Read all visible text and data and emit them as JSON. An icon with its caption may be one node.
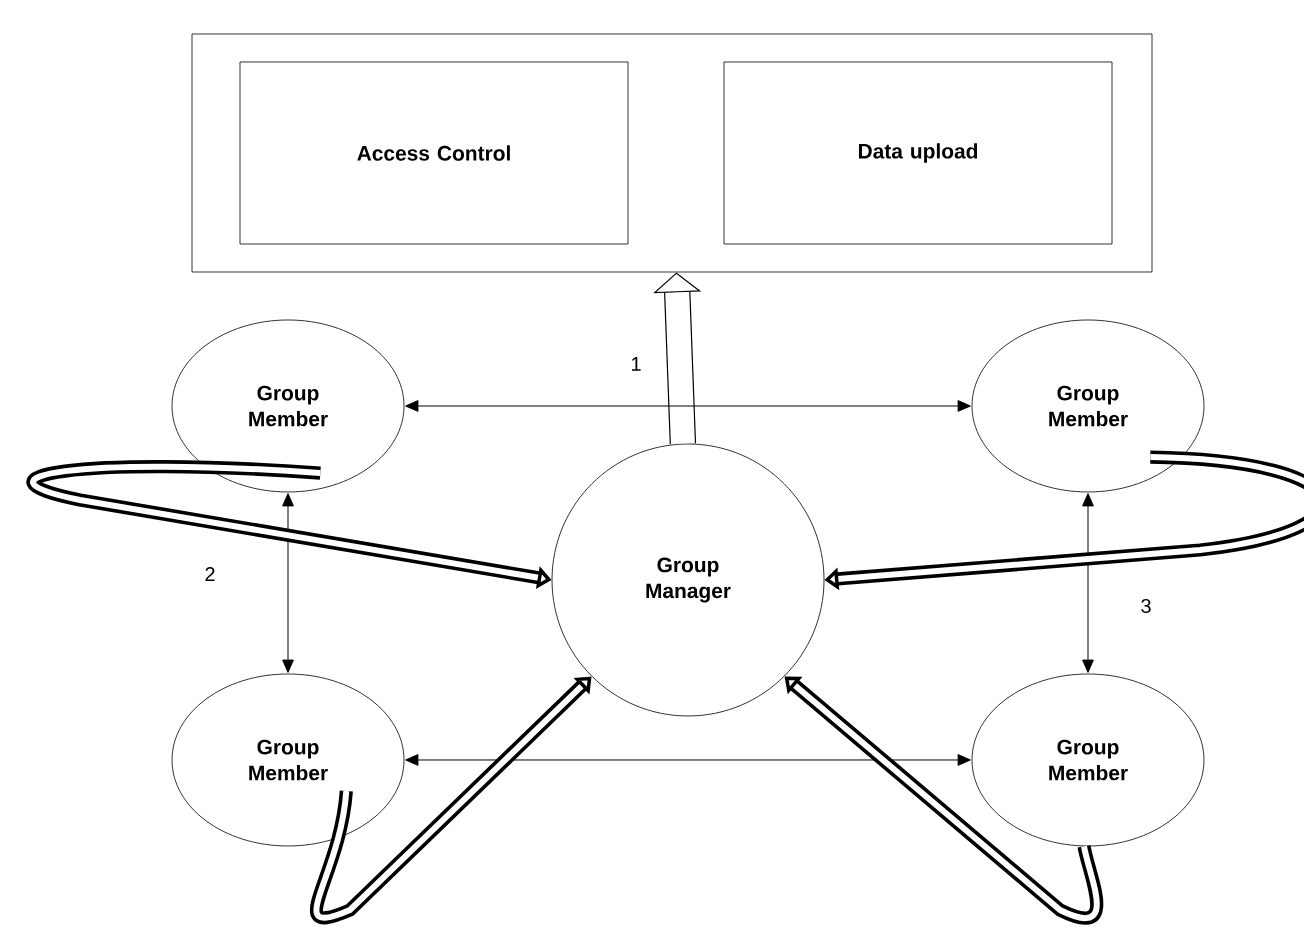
{
  "diagram": {
    "nodes": [
      {
        "text": [],
        "shape": "box"
      },
      {
        "text": [
          "Access Control"
        ],
        "in": 0
      },
      {
        "text": [
          "Data upload"
        ],
        "in": 0
      },
      {
        "text": [
          "Group Member"
        ]
      },
      {
        "text": [
          "Group Member"
        ]
      },
      {
        "text": [
          "Group Manager"
        ]
      },
      {
        "text": [
          "Group Member"
        ]
      },
      {
        "text": [
          "Group Member"
        ]
      }
    ],
    "edges": [
      {
        "from": 5,
        "to": 0,
        "arrow": "to",
        "style": "thick"
      },
      {
        "from": 3,
        "to": 4,
        "arrow": "both"
      },
      {
        "from": 3,
        "to": 6,
        "arrow": "both"
      },
      {
        "from": 4,
        "to": 7,
        "arrow": "both"
      },
      {
        "from": 6,
        "to": 7,
        "arrow": "both"
      },
      {
        "from": 3,
        "to": 5,
        "arrow": "to"
      },
      {
        "from": 4,
        "to": 5,
        "arrow": "to"
      },
      {
        "from": 6,
        "to": 5,
        "arrow": "to"
      },
      {
        "from": 7,
        "to": 5,
        "arrow": "to"
      }
    ],
    "labels": [
      "1",
      "2",
      "3"
    ]
  }
}
